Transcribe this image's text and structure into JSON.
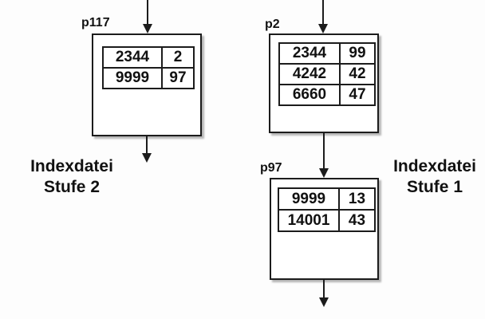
{
  "diagram": {
    "background": "#fdfdfd",
    "line_color": "#1c1c1c",
    "nodes": [
      {
        "id": "p117",
        "label": "p117",
        "rows": [
          [
            "2344",
            "2"
          ],
          [
            "9999",
            "97"
          ]
        ]
      },
      {
        "id": "p2",
        "label": "p2",
        "rows": [
          [
            "2344",
            "99"
          ],
          [
            "4242",
            "42"
          ],
          [
            "6660",
            "47"
          ]
        ]
      },
      {
        "id": "p97",
        "label": "p97",
        "rows": [
          [
            "9999",
            "13"
          ],
          [
            "14001",
            "43"
          ]
        ]
      }
    ],
    "captions": {
      "left_line1": "Indexdatei",
      "left_line2": "Stufe 2",
      "right_line1": "Indexdatei",
      "right_line2": "Stufe 1"
    }
  }
}
